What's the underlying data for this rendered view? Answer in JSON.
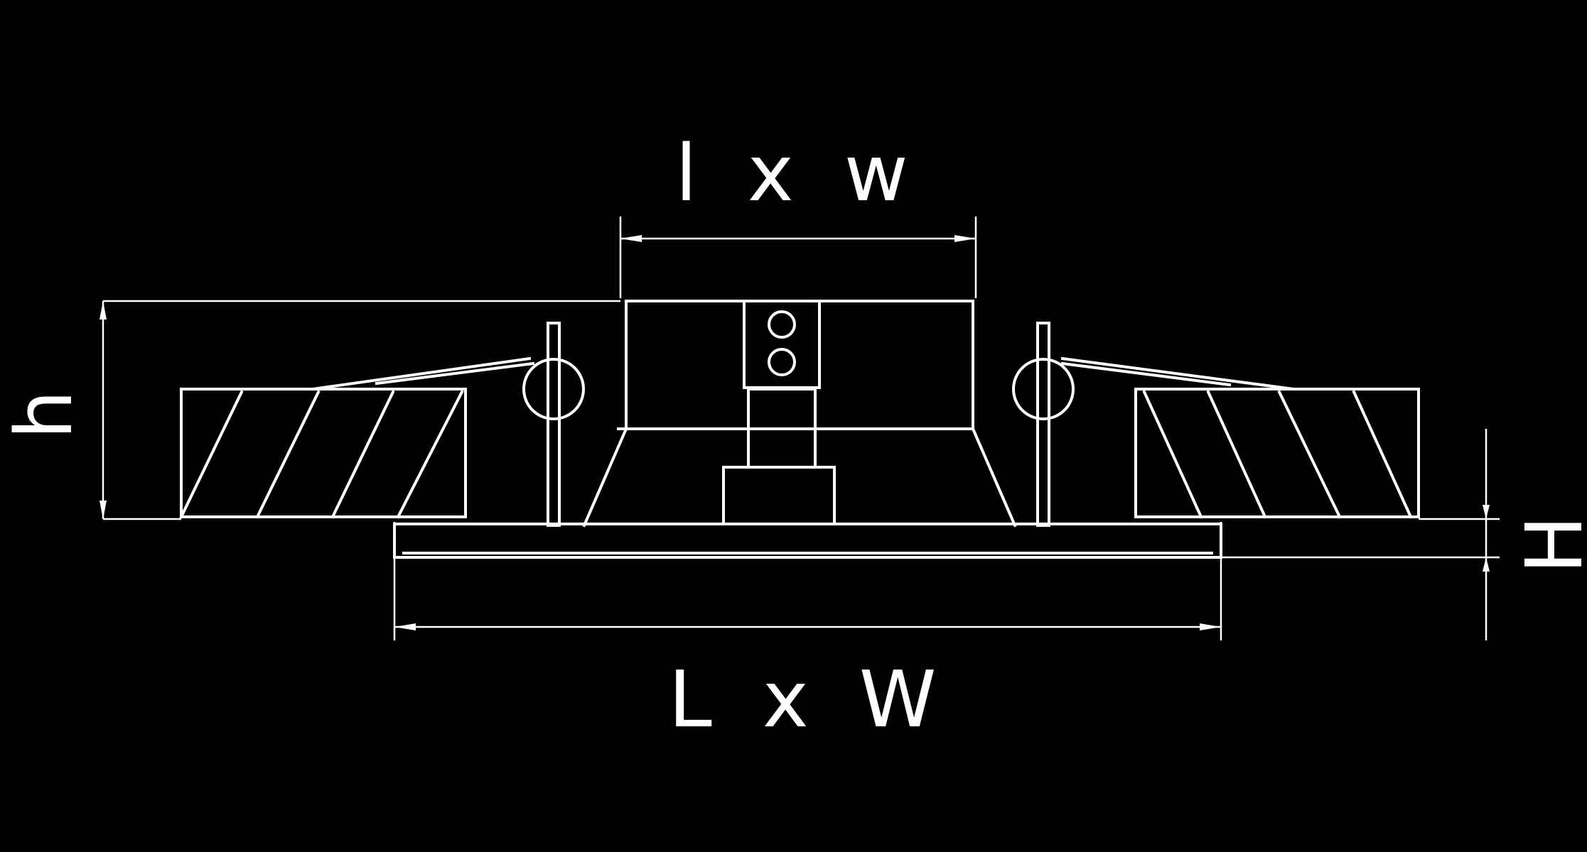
{
  "diagram": {
    "labels": {
      "top_dimension": "l x w",
      "bottom_dimension": "L x W",
      "left_height": "h",
      "right_height": "H"
    },
    "colors": {
      "background": "#000000",
      "line": "#ffffff"
    }
  }
}
